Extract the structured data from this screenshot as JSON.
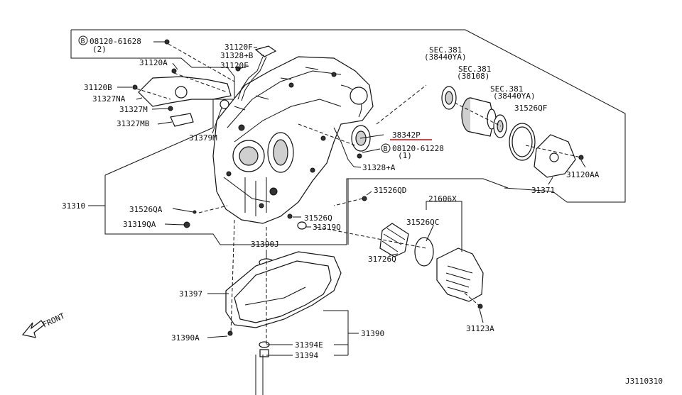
{
  "diagram_code": "J3110310",
  "direction_label": "FRONT",
  "labels": {
    "bolt_08120_61628": "08120-61628",
    "bolt_08120_61628_qty": "(2)",
    "bolt_circle_letter": "B",
    "p31120F": "31120F",
    "p31328B": "31328+B",
    "p31120F_2": "31120F",
    "p31120A": "31120A",
    "p31120B": "31120B",
    "p31327NA": "31327NA",
    "p31327M": "31327M",
    "p31327MB": "31327MB",
    "p31379M": "31379M",
    "sec381_a": "SEC.381",
    "sec381_a_sub": "(38440YA)",
    "sec381_b": "SEC.381",
    "sec381_b_sub": "(38108)",
    "sec381_c": "SEC.381",
    "sec381_c_sub": "(38440YA)",
    "p31526QF": "31526QF",
    "p38342P": "38342P",
    "bolt_08120_61228": "08120-61228",
    "bolt_08120_61228_qty": "(1)",
    "p31328A": "31328+A",
    "p31120AA": "31120AA",
    "p31371": "31371",
    "p31310": "31310",
    "p31526QD": "31526QD",
    "p21606X": "21606X",
    "p31526QA": "31526QA",
    "p31319QA": "31319QA",
    "p31526Q": "31526Q",
    "p31319Q": "31319Q",
    "p31526QC": "31526QC",
    "p31390J": "31390J",
    "p31726Q": "31726Q",
    "p31397": "31397",
    "p31390": "31390",
    "p31390A": "31390A",
    "p31394E": "31394E",
    "p31394": "31394",
    "p31123A": "31123A"
  }
}
